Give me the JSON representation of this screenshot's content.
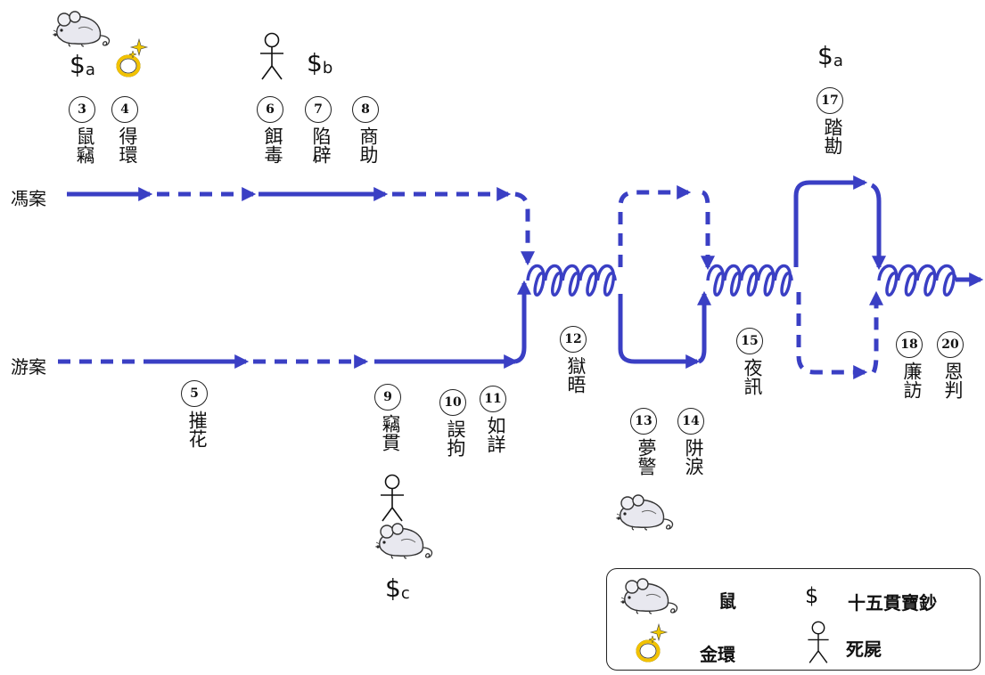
{
  "cases": {
    "feng": "馮案",
    "you": "游案"
  },
  "events": [
    {
      "id": "e3",
      "num": "3",
      "label": "鼠竊"
    },
    {
      "id": "e4",
      "num": "4",
      "label": "得環"
    },
    {
      "id": "e5",
      "num": "5",
      "label": "摧花"
    },
    {
      "id": "e6",
      "num": "6",
      "label": "餌毒"
    },
    {
      "id": "e7",
      "num": "7",
      "label": "陷辟"
    },
    {
      "id": "e8",
      "num": "8",
      "label": "商助"
    },
    {
      "id": "e9",
      "num": "9",
      "label": "竊貫"
    },
    {
      "id": "e10",
      "num": "10",
      "label": "誤拘"
    },
    {
      "id": "e11",
      "num": "11",
      "label": "如詳"
    },
    {
      "id": "e12",
      "num": "12",
      "label": "獄晤"
    },
    {
      "id": "e13",
      "num": "13",
      "label": "夢警"
    },
    {
      "id": "e14",
      "num": "14",
      "label": "阱淚"
    },
    {
      "id": "e15",
      "num": "15",
      "label": "夜訊"
    },
    {
      "id": "e17",
      "num": "17",
      "label": "踏勘"
    },
    {
      "id": "e18",
      "num": "18",
      "label": "廉訪"
    },
    {
      "id": "e20",
      "num": "20",
      "label": "恩判"
    }
  ],
  "money": {
    "a1": {
      "sym": "$",
      "sub": "a"
    },
    "b": {
      "sym": "$",
      "sub": "b"
    },
    "a2": {
      "sym": "$",
      "sub": "a"
    },
    "c": {
      "sym": "$",
      "sub": "c"
    }
  },
  "legend": {
    "mouse": "鼠",
    "dollar_sym": "$",
    "money": "十五貫寶鈔",
    "ring": "金環",
    "corpse": "死屍"
  },
  "colors": {
    "line": "#3a3fc4",
    "ring_gold": "#f2c200",
    "sparkle": "#f0c800"
  },
  "icons": [
    "mouse-icon",
    "ring-icon",
    "stick-figure-icon",
    "dollar-icon"
  ]
}
